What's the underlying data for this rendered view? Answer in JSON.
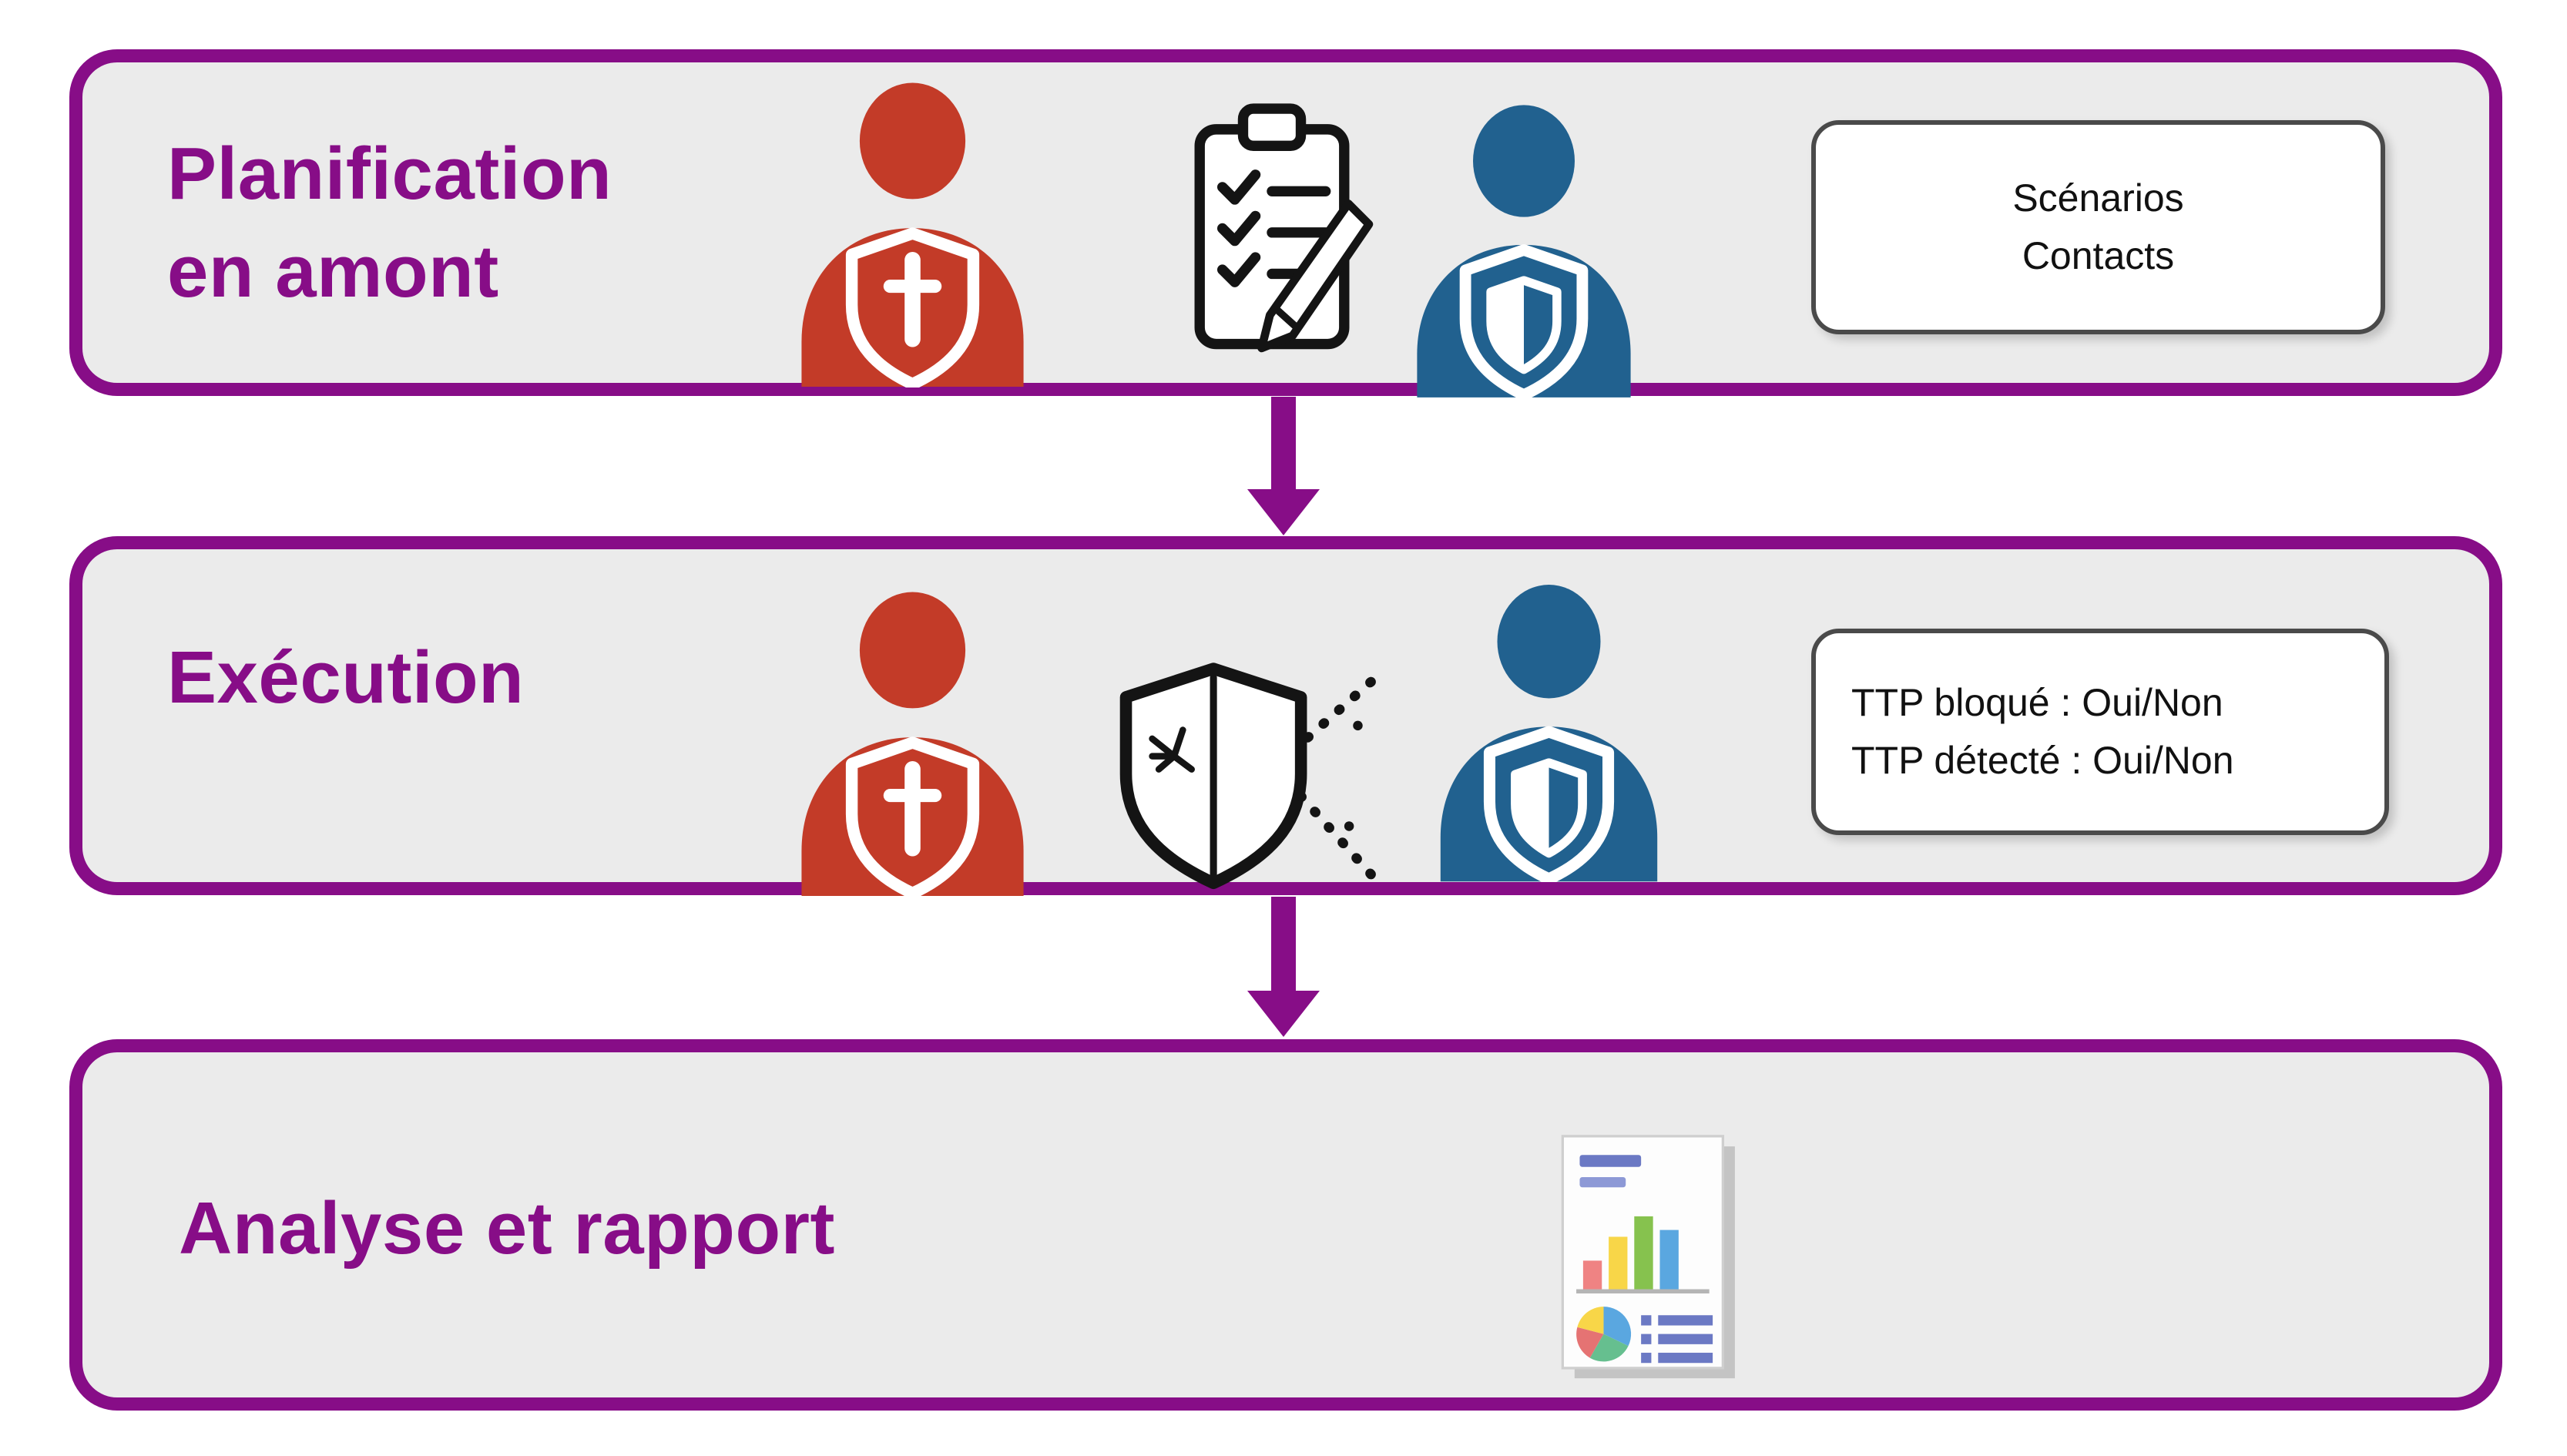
{
  "colors": {
    "purple": "#870D87",
    "box_fill": "#EBEBEB",
    "red_team": "#C33B28",
    "blue_team": "#21618F",
    "callout_border": "#4A4A4A"
  },
  "boxes": [
    {
      "id": "planification",
      "title_lines": [
        "Planification",
        "en amont"
      ],
      "callout_lines": [
        "Scénarios",
        "Contacts"
      ],
      "icons": [
        "red-team-person-icon",
        "checklist-clipboard-icon",
        "blue-team-person-icon"
      ]
    },
    {
      "id": "execution",
      "title_lines": [
        "Exécution"
      ],
      "callout_lines": [
        "TTP bloqué : Oui/Non",
        "TTP détecté : Oui/Non"
      ],
      "icons": [
        "red-team-person-icon",
        "shield-attack-icon",
        "blue-team-person-icon"
      ]
    },
    {
      "id": "analyse",
      "title_lines": [
        "Analyse et rapport"
      ],
      "callout_lines": [],
      "icons": [
        "report-document-icon"
      ]
    }
  ],
  "icons": {
    "red_team_person": "red attacker silhouette with sword shield badge",
    "blue_team_person": "blue defender silhouette with shield badge",
    "checklist_clipboard": "clipboard with checkmarks and pencil",
    "shield_attack": "shield blocking dotted attack paths",
    "report_document": "document page with bar chart, pie chart and list"
  }
}
